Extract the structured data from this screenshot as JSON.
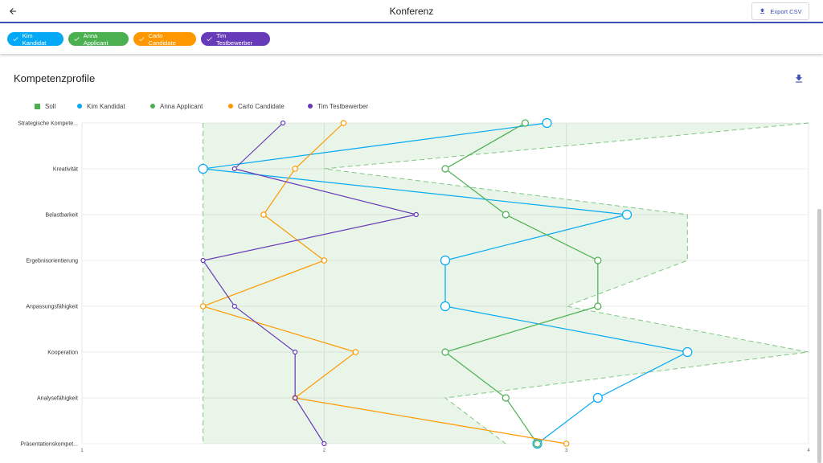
{
  "header": {
    "title": "Konferenz",
    "back_icon": "arrow-left-icon",
    "export_label": "Export CSV",
    "export_icon": "upload-icon"
  },
  "chips": [
    {
      "label": "Kim Kandidat",
      "color": "#03a9f4",
      "icon": "check-icon"
    },
    {
      "label": "Anna Applicant",
      "color": "#4caf50",
      "icon": "check-icon"
    },
    {
      "label": "Carlo Candidate",
      "color": "#ff9800",
      "icon": "check-icon"
    },
    {
      "label": "Tim Testbewerber",
      "color": "#673ab7",
      "icon": "check-icon"
    }
  ],
  "section": {
    "title": "Kompetenzprofile",
    "download_icon": "download-icon"
  },
  "chart_data": {
    "type": "line",
    "orientation": "horizontal",
    "categories": [
      "Strategische Kompete...",
      "Kreativität",
      "Belastbarkeit",
      "Ergebnisorientierung",
      "Anpassungsfähigkeit",
      "Kooperation",
      "Analysefähigkeit",
      "Präsentationskompet..."
    ],
    "xlim": [
      1,
      4
    ],
    "xticks": [
      "1",
      "2",
      "3",
      "4"
    ],
    "legend": [
      {
        "name": "Soll",
        "color": "#4caf50",
        "marker": "square"
      },
      {
        "name": "Kim Kandidat",
        "color": "#03a9f4",
        "marker": "circle"
      },
      {
        "name": "Anna Applicant",
        "color": "#4caf50",
        "marker": "circle"
      },
      {
        "name": "Carlo Candidate",
        "color": "#ff9800",
        "marker": "circle"
      },
      {
        "name": "Tim Testbewerber",
        "color": "#673ab7",
        "marker": "circle"
      }
    ],
    "soll_band": [
      [
        1.5,
        4.0
      ],
      [
        1.5,
        2.0
      ],
      [
        1.5,
        3.5
      ],
      [
        1.5,
        3.5
      ],
      [
        1.5,
        3.0
      ],
      [
        1.5,
        4.0
      ],
      [
        1.5,
        2.5
      ],
      [
        1.5,
        2.75
      ]
    ],
    "series": [
      {
        "name": "Kim Kandidat",
        "color": "#03a9f4",
        "values": [
          2.92,
          1.5,
          3.25,
          2.5,
          2.5,
          3.5,
          3.13,
          2.88
        ],
        "r": 5.5
      },
      {
        "name": "Anna Applicant",
        "color": "#4caf50",
        "values": [
          2.83,
          2.5,
          2.75,
          3.13,
          3.13,
          2.5,
          2.75,
          2.88
        ],
        "r": 4
      },
      {
        "name": "Carlo Candidate",
        "color": "#ff9800",
        "values": [
          2.08,
          1.88,
          1.75,
          2.0,
          1.5,
          2.13,
          1.88,
          3.0
        ],
        "r": 3.2
      },
      {
        "name": "Tim Testbewerber",
        "color": "#673ab7",
        "values": [
          1.83,
          1.63,
          2.38,
          1.5,
          1.63,
          1.88,
          1.88,
          2.0
        ],
        "r": 2.5
      }
    ]
  }
}
